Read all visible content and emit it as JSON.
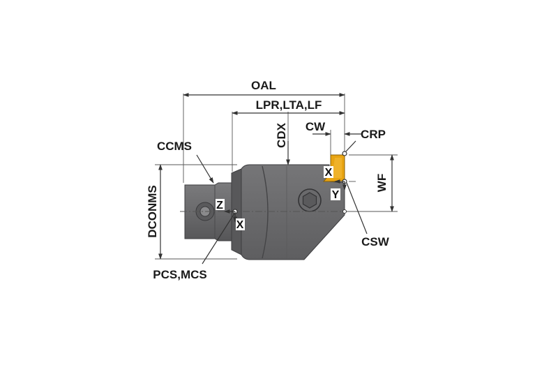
{
  "labels": {
    "oal": "OAL",
    "lpr": "LPR,LTA,LF",
    "cdx": "CDX",
    "cw": "CW",
    "crp": "CRP",
    "ccms": "CCMS",
    "wf": "WF",
    "dconms": "DCONMS",
    "csw": "CSW",
    "pcs": "PCS,MCS"
  },
  "axes": {
    "z": "Z",
    "x_origin": "X",
    "x_insert": "X",
    "y_insert": "Y"
  },
  "colors": {
    "body": "#6e6e70",
    "body_dark": "#4a4a4c",
    "body_light": "#8a8a8c",
    "insert": "#e8a412",
    "line": "#333333",
    "text": "#1a1a1a"
  }
}
